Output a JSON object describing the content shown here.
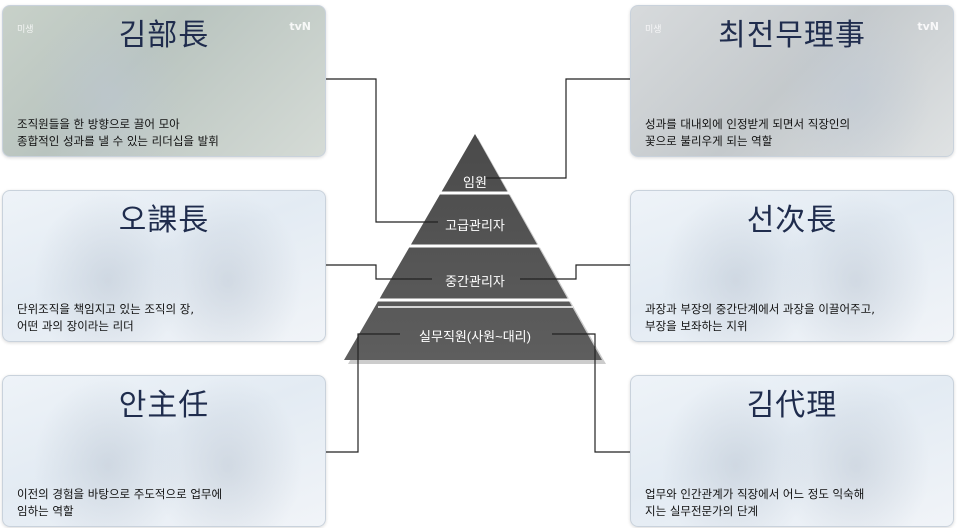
{
  "pyramid": {
    "levels": [
      "임원",
      "고급관리자",
      "중간관리자",
      "실무직원(사원~대리)"
    ]
  },
  "cards": [
    {
      "title": "김部長",
      "lines": [
        "조직원들을 한 방향으로 끌어 모아",
        "종합적인 성과를 낼 수 있는 리더십을 발휘"
      ]
    },
    {
      "title": "오課長",
      "lines": [
        "단위조직을 책임지고 있는 조직의 장,",
        "어떤 과의 장이라는 리더"
      ]
    },
    {
      "title": "안主任",
      "lines": [
        "이전의 경험을 바탕으로 주도적으로 업무에",
        "임하는 역할"
      ]
    },
    {
      "title": "최전무理事",
      "lines": [
        "성과를 대내외에 인정받게 되면서 직장인의",
        "꽃으로 불리우게 되는 역할"
      ]
    },
    {
      "title": "선次長",
      "lines": [
        "과장과 부장의 중간단계에서 과장을 이끌어주고,",
        "부장을 보좌하는 지위"
      ]
    },
    {
      "title": "김代理",
      "lines": [
        "업무와 인간관계가 직장에서 어느 정도 익숙해",
        "지는 실무전문가의 단계"
      ]
    }
  ],
  "brand": {
    "logo": "tvN",
    "show": "미생"
  }
}
